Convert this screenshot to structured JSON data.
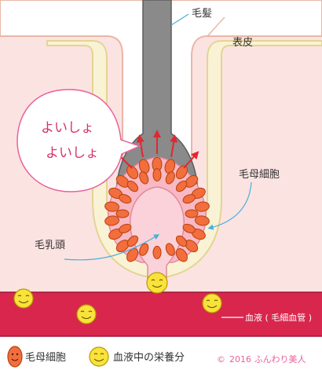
{
  "labels": {
    "hair": "毛髪",
    "epidermis": "表皮",
    "matrix_cells": "毛母細胞",
    "dermal_papilla": "毛乳頭",
    "blood": "血液 ( 毛細血管 )",
    "bubble_line1": "よいしょ",
    "bubble_line2": "よいしょ"
  },
  "legend": {
    "matrix_cell": "毛母細胞",
    "nutrient": "血液中の栄養分"
  },
  "copyright": {
    "symbol": "©",
    "text": "2016 ふんわり美人"
  },
  "colors": {
    "skin": "#fbe3e2",
    "skin_outline": "#e8b7a7",
    "hair": "#8a8a8a",
    "follicle_fill": "#f9f2d4",
    "follicle_outline": "#e4d493",
    "papilla": "#f9b9c4",
    "papilla_outline": "#e08b9c",
    "matrix_cell": "#f26e3c",
    "matrix_cell_outline": "#b6400f",
    "nutrient": "#f9e23a",
    "vessel": "#d9264c",
    "arrow": "#e0282f",
    "leader": "#4aaed9",
    "bubble_outline": "#e8629a",
    "bubble_text": "#d6336c"
  }
}
